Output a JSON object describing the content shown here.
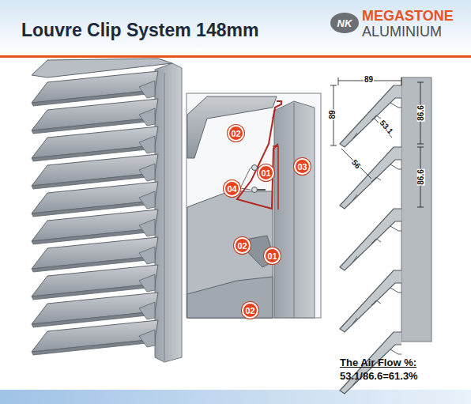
{
  "diagram": {
    "title": "Louvre Clip System 148mm",
    "nodes": [
      {
        "text": [
          "NK"
        ]
      },
      {
        "text": [
          "02"
        ]
      },
      {
        "text": [
          "01"
        ]
      },
      {
        "text": [
          "03"
        ]
      },
      {
        "text": [
          "04"
        ]
      },
      {
        "text": [
          "02"
        ]
      },
      {
        "text": [
          "01"
        ]
      },
      {
        "text": [
          "02"
        ]
      }
    ],
    "labels": [
      "MEGASTONE",
      "ALUMINIUM",
      "89",
      "89",
      "86.6",
      "53.1",
      "56",
      "86.6",
      "The Air Flow %:",
      "53.1/86.6=61.3%"
    ]
  }
}
